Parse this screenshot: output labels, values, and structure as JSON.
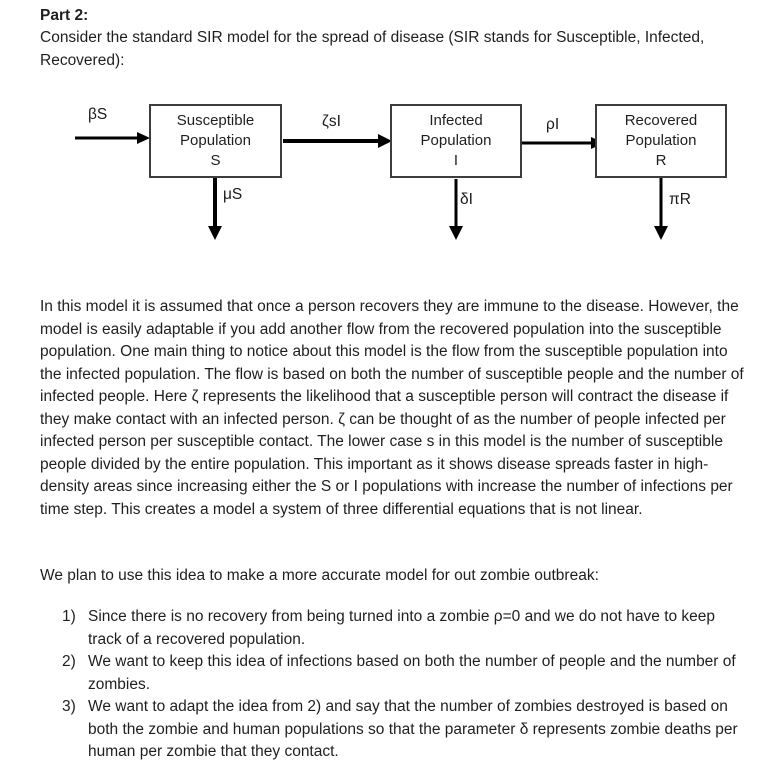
{
  "document": {
    "heading": "Part 2:",
    "intro": "Consider the standard SIR model for the spread of disease (SIR stands for Susceptible, Infected, Recovered):",
    "paragraph1": "In this model it is assumed that once a person recovers they are immune to the disease. However, the model is easily adaptable if you add another flow from the recovered population into the susceptible population.  One main thing to notice about this model is the flow from the susceptible population into the infected population.  The flow is based on both the number of susceptible people and the number of infected people.  Here ζ represents the likelihood that a susceptible person will contract the disease if they make contact with an infected person. ζ can be thought of as the number of people infected per infected person per susceptible contact. The lower case s in this model is the number of susceptible people divided by the entire population. This important as it shows disease spreads faster in high-density areas since increasing either the S or I populations with increase the number of infections per time step. This creates a model a system of three differential equations that is not linear.",
    "paragraph2": "We plan to use this idea to make a more accurate model for out zombie outbreak:",
    "list": [
      {
        "number": "1)",
        "text": "Since there is no recovery from being turned into a zombie ρ=0 and we do not have to keep track of a recovered population."
      },
      {
        "number": "2)",
        "text": "We want to keep this idea of infections based on both the number of people and the number of zombies."
      },
      {
        "number": "3)",
        "text": "We want to adapt the idea from 2) and say that the number of zombies destroyed is based on both the zombie and human populations so that the parameter δ represents zombie deaths per human per zombie that they contact."
      }
    ]
  },
  "diagram": {
    "boxes": [
      {
        "lines": [
          "Susceptible",
          "Population",
          "S"
        ]
      },
      {
        "lines": [
          "Infected",
          "Population",
          "I"
        ]
      },
      {
        "lines": [
          "Recovered",
          "Population",
          "R"
        ]
      }
    ],
    "flow_labels": {
      "birth": "βS",
      "infection": "ζsI",
      "recovery": "ρI",
      "death_s": "μS",
      "death_i": "δI",
      "death_r": "πR"
    },
    "line_color": "#000000"
  }
}
